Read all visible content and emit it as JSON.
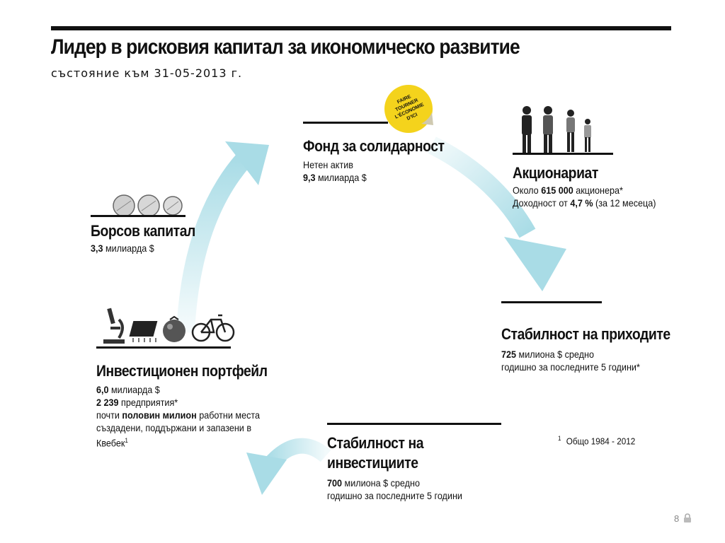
{
  "header": {
    "title": "Лидер в рисковия капитал за икономическо развитие",
    "subtitle": "състояние към 31-05-2013 г."
  },
  "badge": {
    "text": [
      "FAIRE",
      "TOURNER",
      "L'ÉCONOMIE",
      "D'ICI"
    ],
    "color": "#F4D31C"
  },
  "fund": {
    "heading": "Фонд за солидарност",
    "line1": "Нетен актив",
    "value": "9,3",
    "unit": "милиарда $"
  },
  "shareholders": {
    "heading": "Акционариат",
    "l1_pre": "Около",
    "l1_val": "615 000",
    "l1_post": "акционера*",
    "l2_pre": "Доходност от",
    "l2_val": "4,7 %",
    "l2_post": "(за 12 месеца)"
  },
  "equity": {
    "heading": "Борсов капитал",
    "value": "3,3",
    "unit": "милиарда $"
  },
  "income": {
    "heading": "Стабилност на приходите",
    "value": "725",
    "unit": "милиона $ средно",
    "line2": "годишно за последните 5 години*"
  },
  "portfolio": {
    "heading": "Инвестиционен портфейл",
    "v1": "6,0",
    "u1": "милиарда $",
    "v2": "2 239",
    "u2": "предприятия*",
    "l3_pre": "почти",
    "l3_val": "половин милион",
    "l3_post": "работни места",
    "l4": "създадени, поддържани  и запазени в",
    "l5": "Квебек",
    "l5_sup": "1"
  },
  "investments": {
    "heading1": "Стабилност на",
    "heading2": "инвестициите",
    "value": "700",
    "unit": "милиона $ средно",
    "line2": "годишно за последните 5 години"
  },
  "footnote": {
    "sup": "1",
    "text": "Общо 1984 - 2012"
  },
  "page": {
    "number": "8"
  },
  "colors": {
    "arrow": "#A9DCE6",
    "rule": "#111111"
  }
}
